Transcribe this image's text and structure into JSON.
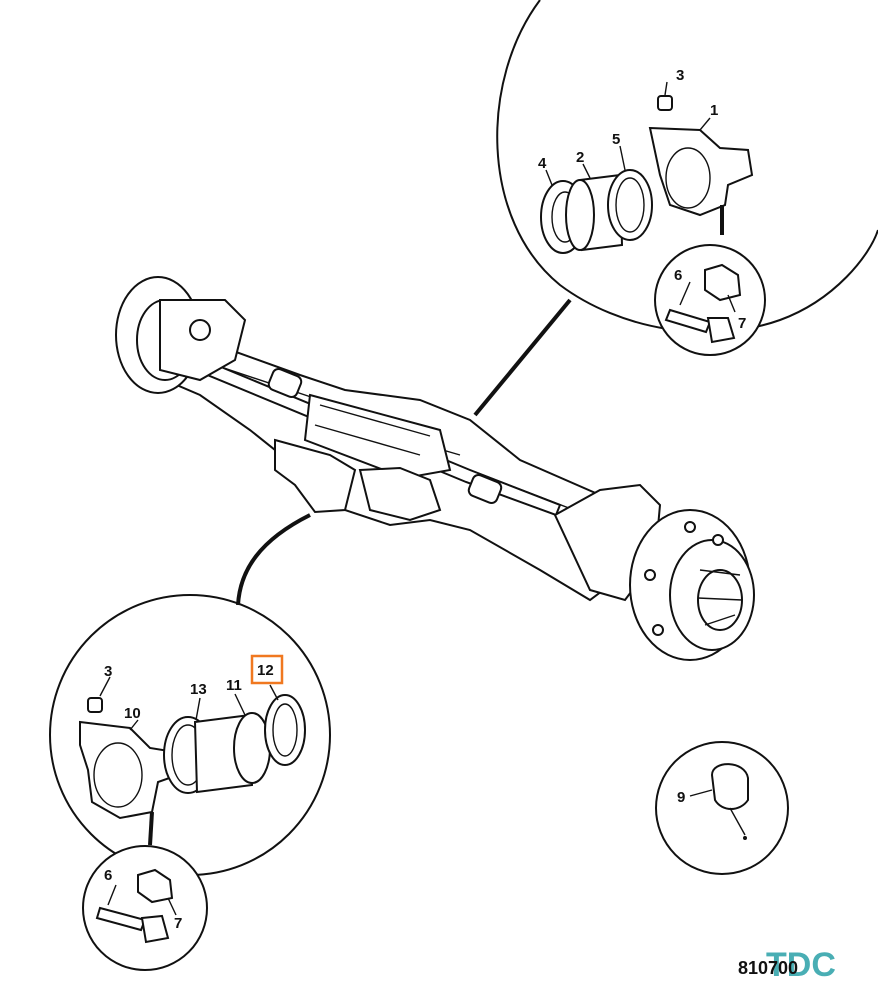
{
  "callouts": {
    "top_1": "1",
    "top_2": "2",
    "top_3": "3",
    "top_4": "4",
    "top_5": "5",
    "top_6": "6",
    "top_7": "7",
    "bottom_3": "3",
    "bottom_10": "10",
    "bottom_13": "13",
    "bottom_11": "11",
    "bottom_12": "12",
    "bottom_6": "6",
    "bottom_7": "7",
    "part_9": "9"
  },
  "highlight_color": "#f07820",
  "figure_number": "810700",
  "watermark": "TDC",
  "watermark_color": "#2aa0a8"
}
